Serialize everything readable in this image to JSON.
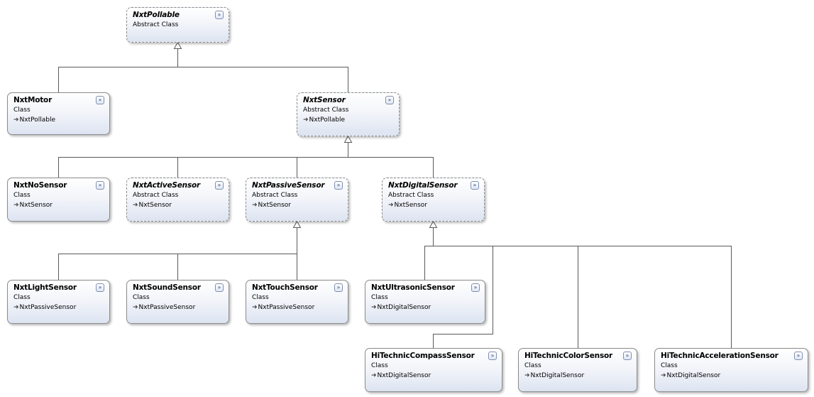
{
  "colors": {
    "line": "#5a5a5a",
    "box_border": "#8c8c8c",
    "box_fill_bottom": "#dde4f1"
  },
  "icons": {
    "toggle": "chevron-double-down-icon",
    "base": "inheritance-arrow-icon"
  },
  "classes": {
    "nxtpollable": {
      "name": "NxtPollable",
      "kind": "Abstract Class"
    },
    "nxtmotor": {
      "name": "NxtMotor",
      "kind": "Class",
      "base": "NxtPollable"
    },
    "nxtsensor": {
      "name": "NxtSensor",
      "kind": "Abstract Class",
      "base": "NxtPollable"
    },
    "nxtnosensor": {
      "name": "NxtNoSensor",
      "kind": "Class",
      "base": "NxtSensor"
    },
    "nxtactivesensor": {
      "name": "NxtActiveSensor",
      "kind": "Abstract Class",
      "base": "NxtSensor"
    },
    "nxtpassivesensor": {
      "name": "NxtPassiveSensor",
      "kind": "Abstract Class",
      "base": "NxtSensor"
    },
    "nxtdigitalsensor": {
      "name": "NxtDigitalSensor",
      "kind": "Abstract Class",
      "base": "NxtSensor"
    },
    "nxtlightsensor": {
      "name": "NxtLightSensor",
      "kind": "Class",
      "base": "NxtPassiveSensor"
    },
    "nxtsoundsensor": {
      "name": "NxtSoundSensor",
      "kind": "Class",
      "base": "NxtPassiveSensor"
    },
    "nxttouchsensor": {
      "name": "NxtTouchSensor",
      "kind": "Class",
      "base": "NxtPassiveSensor"
    },
    "nxtultrasonicsensor": {
      "name": "NxtUltrasonicSensor",
      "kind": "Class",
      "base": "NxtDigitalSensor"
    },
    "hitechniccompasssensor": {
      "name": "HiTechnicCompassSensor",
      "kind": "Class",
      "base": "NxtDigitalSensor"
    },
    "hitechniccolorsensor": {
      "name": "HiTechnicColorSensor",
      "kind": "Class",
      "base": "NxtDigitalSensor"
    },
    "hitechnicaccelerationsensor": {
      "name": "HiTechnicAccelerationSensor",
      "kind": "Class",
      "base": "NxtDigitalSensor"
    }
  }
}
